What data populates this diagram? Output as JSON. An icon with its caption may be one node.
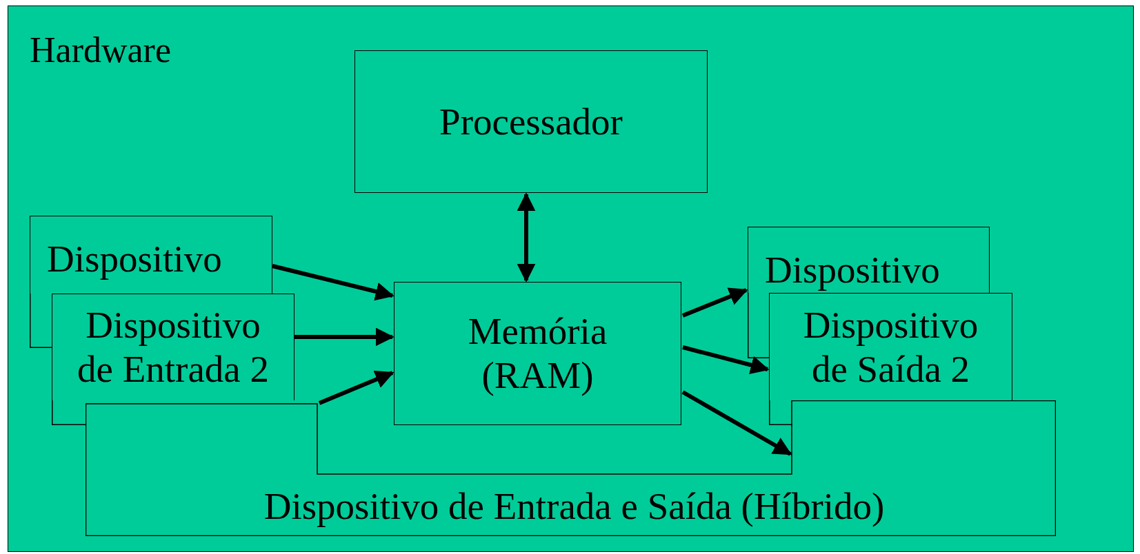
{
  "diagram": {
    "nodes": [
      {
        "text": [
          "Hardware"
        ]
      },
      {
        "text": [
          "Processador"
        ],
        "in": 0
      },
      {
        "text": [
          "Memória (RAM)"
        ],
        "in": 0
      },
      {
        "text": [
          "Dispositivo"
        ],
        "in": 0
      },
      {
        "text": [
          "Dispositivo de Entrada 2"
        ],
        "in": 0
      },
      {
        "text": [
          "Dispositivo"
        ],
        "in": 0
      },
      {
        "text": [
          "Dispositivo de Saída 2"
        ],
        "in": 0
      },
      {
        "text": [
          "Dispositivo de Entrada e Saída (Híbrido)"
        ],
        "in": 0
      }
    ],
    "edges": [
      {
        "from": 1,
        "to": 2,
        "arrow": "both"
      },
      {
        "from": 3,
        "to": 2,
        "arrow": "to"
      },
      {
        "from": 4,
        "to": 2,
        "arrow": "to"
      },
      {
        "from": 7,
        "to": 2,
        "arrow": "to"
      },
      {
        "from": 2,
        "to": 5,
        "arrow": "to"
      },
      {
        "from": 2,
        "to": 6,
        "arrow": "to"
      },
      {
        "from": 2,
        "to": 7,
        "arrow": "to"
      }
    ]
  }
}
